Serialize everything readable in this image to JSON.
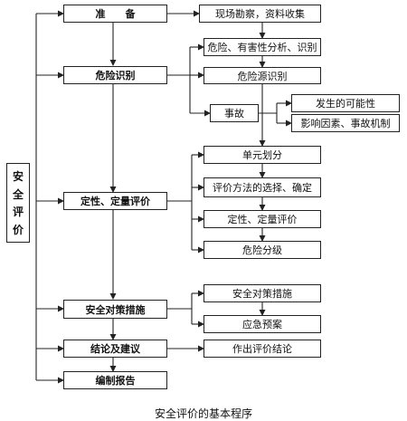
{
  "diagram": {
    "title_side_chars": [
      "安",
      "全",
      "评",
      "价"
    ],
    "main_steps": {
      "prepare": "准　　备",
      "hazard_identification": "危险识别",
      "qualitative_quantitative": "定性、定量评价",
      "countermeasures": "安全对策措施",
      "conclusion": "结论及建议",
      "report": "编制报告"
    },
    "detail_steps": {
      "survey": "现场勘察，资料收集",
      "hazard_analysis": "危险、有害性分析、识别",
      "hazard_source": "危险源识别",
      "accident": "事故",
      "probability": "发生的可能性",
      "influence": "影响因素、事故机制",
      "unit_division": "单元划分",
      "method_selection": "评价方法的选择、确定",
      "qq_evaluation": "定性、定量评价",
      "hazard_grading": "危险分级",
      "safety_measures": "安全对策措施",
      "emergency_plan": "应急预案",
      "evaluation_conclusion": "作出评价结论"
    }
  },
  "caption": "安全评价的基本程序"
}
